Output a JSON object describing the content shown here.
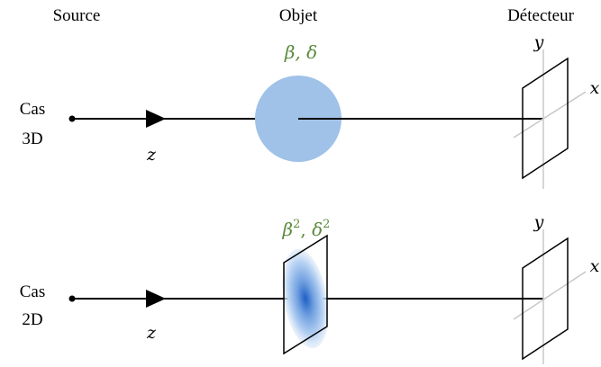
{
  "header": {
    "source": "Source",
    "object": "Objet",
    "detector": "Détecteur"
  },
  "case_3d": {
    "label_line1": "Cas",
    "label_line2": "3D",
    "params": "β, δ",
    "axis_z": "z",
    "axis_x": "x",
    "axis_y": "y"
  },
  "case_2d": {
    "label_line1": "Cas",
    "label_line2": "2D",
    "params_beta": "β",
    "params_sep": ", ",
    "params_delta": "δ",
    "params_exp": "2",
    "axis_z": "z",
    "axis_x": "x",
    "axis_y": "y"
  },
  "colors": {
    "object_fill": "#a0c2e8",
    "param_text": "#5a8a3c",
    "axis_gray": "#c8c8c8",
    "line": "#000000"
  }
}
